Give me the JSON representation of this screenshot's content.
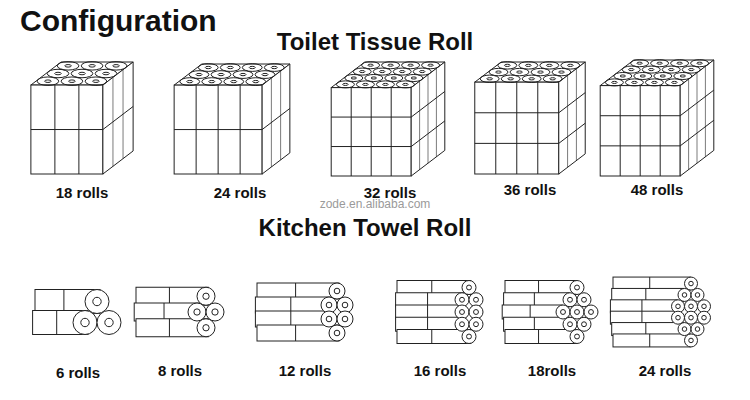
{
  "diagram": {
    "title": "Configuration",
    "labels": [
      "Toilet Tissue Roll",
      "18 rolls",
      "24 rolls",
      "32 rolls",
      "36 rolls",
      "48 rolls",
      "zode.en.alibaba.com",
      "Kitchen Towel Roll",
      "6 rolls",
      "8 rolls",
      "12 rolls",
      "16 rolls",
      "18rolls",
      "24 rolls"
    ]
  }
}
